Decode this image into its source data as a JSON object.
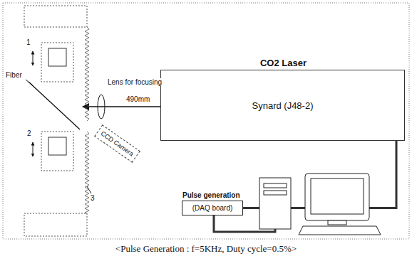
{
  "diagram": {
    "caption": "<Pulse Generation : f=5KHz, Duty cycle=0.5%>",
    "nodes": [
      {
        "text": [
          "CO2 Laser",
          "Synard (J48-2)"
        ]
      },
      {
        "text": [
          "CCD Camera"
        ]
      },
      {
        "text": [
          "Pulse generation",
          "(DAQ board)"
        ]
      }
    ],
    "edges": [
      {
        "from": 2,
        "to": 0,
        "arrow": "none"
      }
    ],
    "labels": [
      "1",
      "Fiber",
      "2",
      "3",
      "Lens for focusing",
      "490mm"
    ]
  }
}
